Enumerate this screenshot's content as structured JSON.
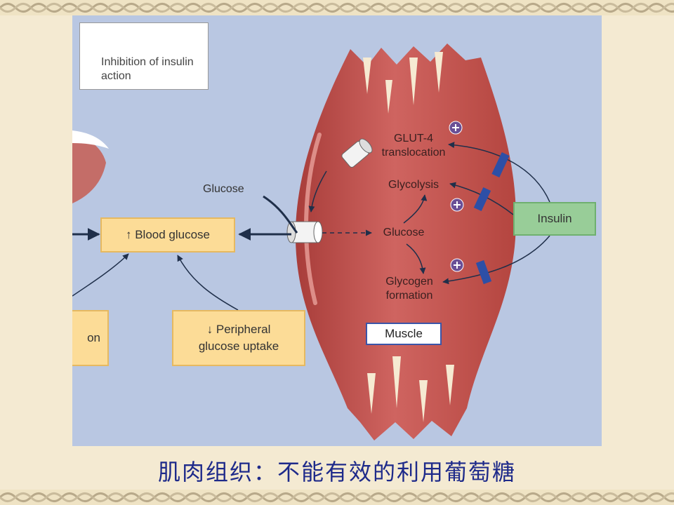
{
  "legend": {
    "text": "Inhibition of insulin action"
  },
  "labels": {
    "glucose_in": "Glucose",
    "blood_glucose": "↑ Blood glucose",
    "peripheral": "↓ Peripheral glucose uptake",
    "left_partial": "on",
    "glut4": "GLUT-4 translocation",
    "glycolysis": "Glycolysis",
    "glucose_inner": "Glucose",
    "glycogen": "Glycogen formation",
    "muscle": "Muscle",
    "insulin": "Insulin"
  },
  "caption": "肌肉组织：不能有效的利用葡萄糖",
  "colors": {
    "background": "#b9c7e2",
    "muscle": "#c1514d",
    "arrow": "#1f2f4a",
    "inhibitor": "#2d4fa6",
    "caption": "#1e2a8a"
  }
}
